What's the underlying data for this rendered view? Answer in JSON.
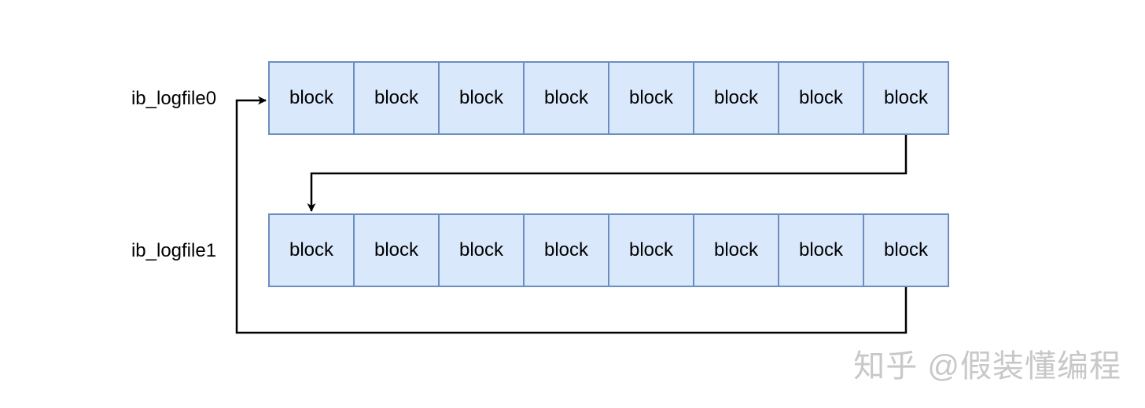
{
  "diagram": {
    "rows": [
      {
        "label": "ib_logfile0",
        "blocks": [
          "block",
          "block",
          "block",
          "block",
          "block",
          "block",
          "block",
          "block"
        ]
      },
      {
        "label": "ib_logfile1",
        "blocks": [
          "block",
          "block",
          "block",
          "block",
          "block",
          "block",
          "block",
          "block"
        ]
      }
    ],
    "arrows": [
      {
        "name": "arrow-logfile0-to-logfile1",
        "description": "from end of ib_logfile0 down and left into start of ib_logfile1"
      },
      {
        "name": "arrow-logfile1-to-logfile0",
        "description": "from end of ib_logfile1 around the left back into start of ib_logfile0"
      }
    ]
  },
  "colors": {
    "background": "#ffffff",
    "block_fill": "#dae8fc",
    "block_border": "#6c8ebf",
    "line": "#000000",
    "watermark": "#c8c8c8"
  },
  "watermark": {
    "text": "知乎 @假装懂编程"
  }
}
